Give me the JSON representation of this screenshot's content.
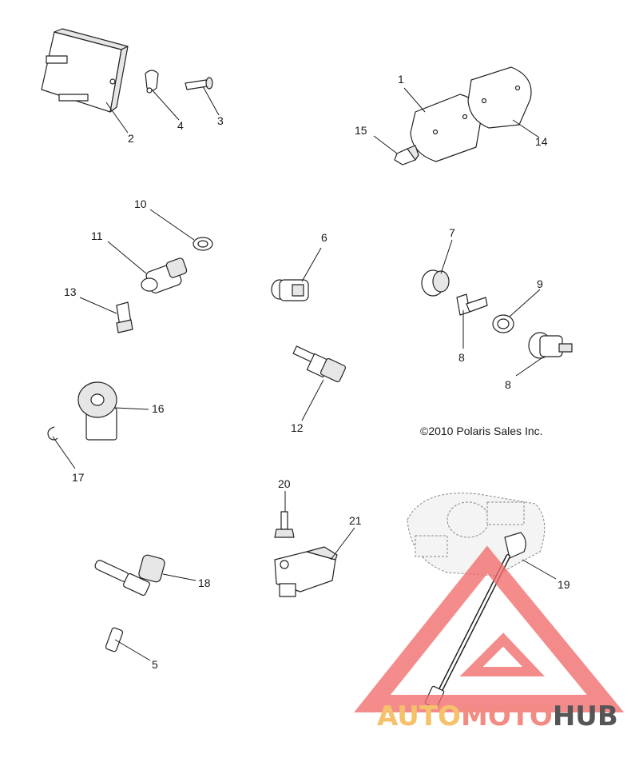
{
  "copyright": "©2010 Polaris Sales Inc.",
  "callouts": [
    {
      "id": "1",
      "label": "1"
    },
    {
      "id": "2",
      "label": "2"
    },
    {
      "id": "3",
      "label": "3"
    },
    {
      "id": "4",
      "label": "4"
    },
    {
      "id": "5",
      "label": "5"
    },
    {
      "id": "6",
      "label": "6"
    },
    {
      "id": "7",
      "label": "7"
    },
    {
      "id": "8a",
      "label": "8"
    },
    {
      "id": "8b",
      "label": "8"
    },
    {
      "id": "9",
      "label": "9"
    },
    {
      "id": "10",
      "label": "10"
    },
    {
      "id": "11",
      "label": "11"
    },
    {
      "id": "12",
      "label": "12"
    },
    {
      "id": "13",
      "label": "13"
    },
    {
      "id": "14",
      "label": "14"
    },
    {
      "id": "15",
      "label": "15"
    },
    {
      "id": "16",
      "label": "16"
    },
    {
      "id": "17",
      "label": "17"
    },
    {
      "id": "18",
      "label": "18"
    },
    {
      "id": "19",
      "label": "19"
    },
    {
      "id": "20",
      "label": "20"
    },
    {
      "id": "21",
      "label": "21"
    }
  ],
  "watermark": {
    "part1": "AUTO",
    "part2": "MOTO",
    "part3": "HUB",
    "color1": "#f5c26b",
    "color2": "#f28b82",
    "color3": "#555555",
    "logo_color": "#f26b6b"
  }
}
